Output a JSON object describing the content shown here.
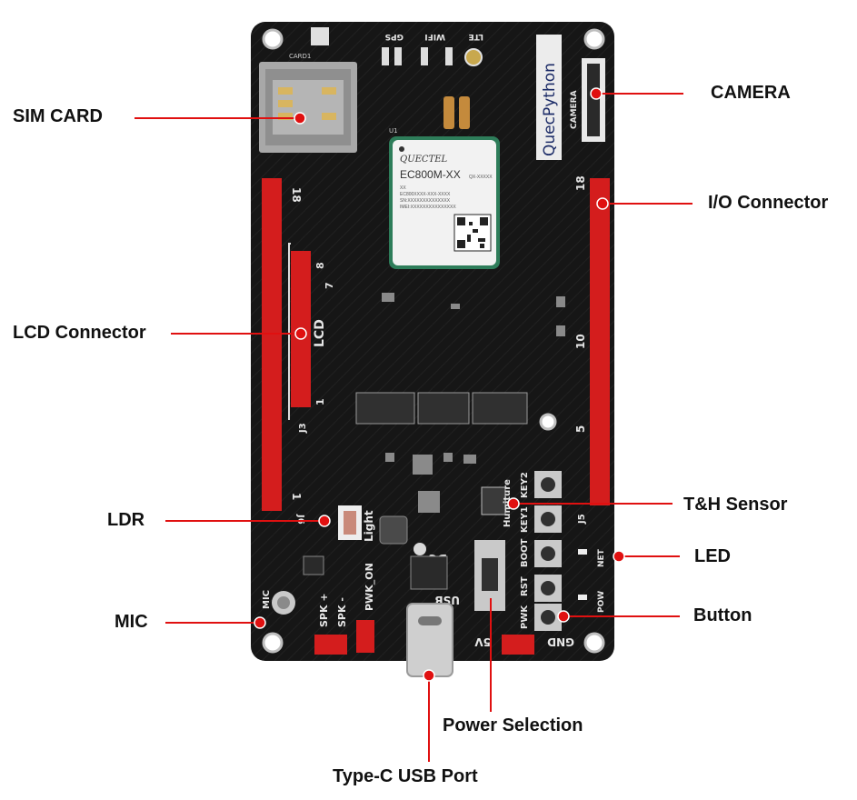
{
  "board": {
    "module": {
      "brand": "QUECTEL",
      "model": "EC800M-XX",
      "lines": [
        "XX",
        "EC800XXXX-XXX-XXXX",
        "SN:XXXXXXXXXXXXXX",
        "IMEI:XXXXXXXXXXXXXXX"
      ],
      "code": "QX-XXXXX",
      "ref": "U1"
    },
    "silk": {
      "brand_vertical": "QuecPython",
      "camera": "CAMERA",
      "card1": "CARD1",
      "ant_gps": "GPS",
      "ant_wifi": "WIFI",
      "ant_lte": "LTE",
      "lcd": "LCD",
      "j3": "J3",
      "j5": "J5",
      "pin_18_left": "18",
      "pin_18_right": "18",
      "pin_1_left": "1",
      "pin_1_lcd": "1",
      "pin_7": "7",
      "pin_8": "8",
      "pin_10": "10",
      "pin_5": "5",
      "humiture": "Humiture",
      "key2": "KEY2",
      "key1": "KEY1",
      "boot": "BOOT",
      "rst": "RST",
      "pwk": "PWK",
      "net": "NET",
      "pow": "POW",
      "light": "Light",
      "pwk_on": "PWK_ON",
      "spk_plus": "SPK +",
      "spk_minus": "SPK -",
      "mic": "MIC",
      "usb": "USB",
      "dc": "DC",
      "v5": "5V",
      "gnd": "GND"
    }
  },
  "labels": {
    "sim_card": "SIM CARD",
    "camera": "CAMERA",
    "io_connector": "I/O Connector",
    "lcd_connector": "LCD Connector",
    "ldr": "LDR",
    "th_sensor": "T&H Sensor",
    "led": "LED",
    "mic": "MIC",
    "button": "Button",
    "power_selection": "Power Selection",
    "usb_port": "Type-C USB Port"
  },
  "colors": {
    "pcb": "#161616",
    "connector": "#d41d1d",
    "callout": "#e01010",
    "silkscreen": "#e6e6e6",
    "module": "#f2f2f2",
    "label_text": "#111111"
  }
}
